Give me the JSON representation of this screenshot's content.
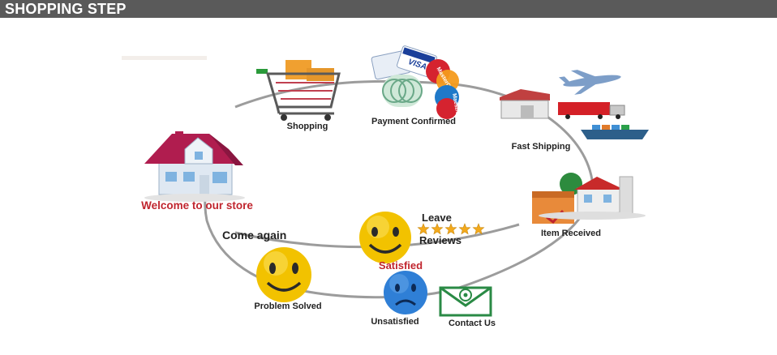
{
  "header": {
    "title": "SHOPPING STEP"
  },
  "colors": {
    "header_bg": "#5a5a5a",
    "accent_red": "#c0252e",
    "smile_yellow": "#f2c200",
    "sad_blue": "#2f7fd6",
    "cycle_line": "#999999"
  },
  "steps": {
    "welcome": "Welcome to our store",
    "shopping": "Shopping",
    "payment": "Payment Confirmed",
    "shipping": "Fast Shipping",
    "received": "Item Received",
    "leave": "Leave",
    "reviews": "Reviews",
    "satisfied": "Satisfied",
    "come_again": "Come again",
    "problem_solved": "Problem Solved",
    "unsatisfied": "Unsatisfied",
    "contact_us": "Contact Us"
  },
  "review_stars": {
    "rating": 5,
    "max": 5
  },
  "cards": {
    "visa": "VISA",
    "master": "MasterCard",
    "maestro": "Maestro"
  },
  "icons": [
    "house-icon",
    "shopping-cart-icon",
    "payment-cards-icon",
    "warehouse-icon",
    "airplane-icon",
    "truck-icon",
    "cargo-ship-icon",
    "delivered-box-icon",
    "smiley-face-icon",
    "sad-face-icon",
    "envelope-icon",
    "star-icon"
  ]
}
